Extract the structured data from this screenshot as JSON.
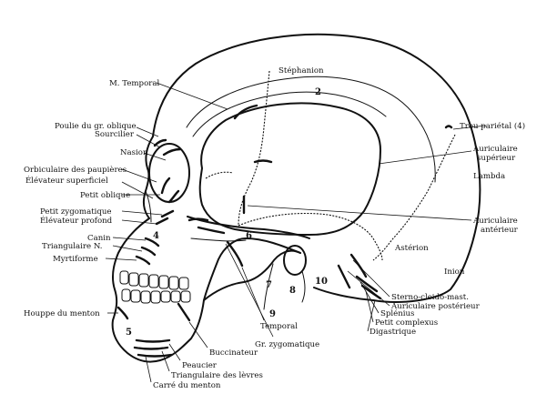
{
  "labels": {
    "temporal_muscle": "M. Temporal",
    "stephanion": "Stéphanion",
    "poulie": "Poulie du gr. oblique",
    "sourcilier": "Sourcilier",
    "nasion": "Nasion",
    "orbiculaire": "Orbiculaire des paupières",
    "elevateur_sup": "Élévateur superficiel",
    "petit_oblique": "Petit oblique",
    "petit_zygo": "Petit zygomatique",
    "elevateur_prof": "Élévateur profond",
    "canin": "Canin",
    "triangulaire_n": "Triangulaire N.",
    "myrtiforme": "Myrtiforme",
    "houppe": "Houppe du menton",
    "trou_parietal": "Trou pariétal (4)",
    "auric_sup_1": "Auriculaire",
    "auric_sup_2": "supérieur",
    "lambda": "Lambda",
    "auric_ant_1": "Auriculaire",
    "auric_ant_2": "antérieur",
    "asterion": "Astérion",
    "inion": "Inion",
    "sterno": "Sterno-cleido-mast.",
    "auric_post": "Auriculaire postérieur",
    "splenius": "Splénius",
    "petit_complexus": "Petit complexus",
    "digastrique": "Digastrique",
    "temporal_bone": "Temporal",
    "gr_zygo": "Gr. zygomatique",
    "buccinateur": "Buccinateur",
    "peaucier": "Peaucier",
    "triangulaire_levres": "Triangulaire des lèvres",
    "carre": "Carré du menton"
  },
  "numbers": {
    "n2": "2",
    "n4": "4",
    "n5": "5",
    "n6": "6",
    "n7": "7",
    "n8": "8",
    "n9": "9",
    "n10": "10"
  }
}
